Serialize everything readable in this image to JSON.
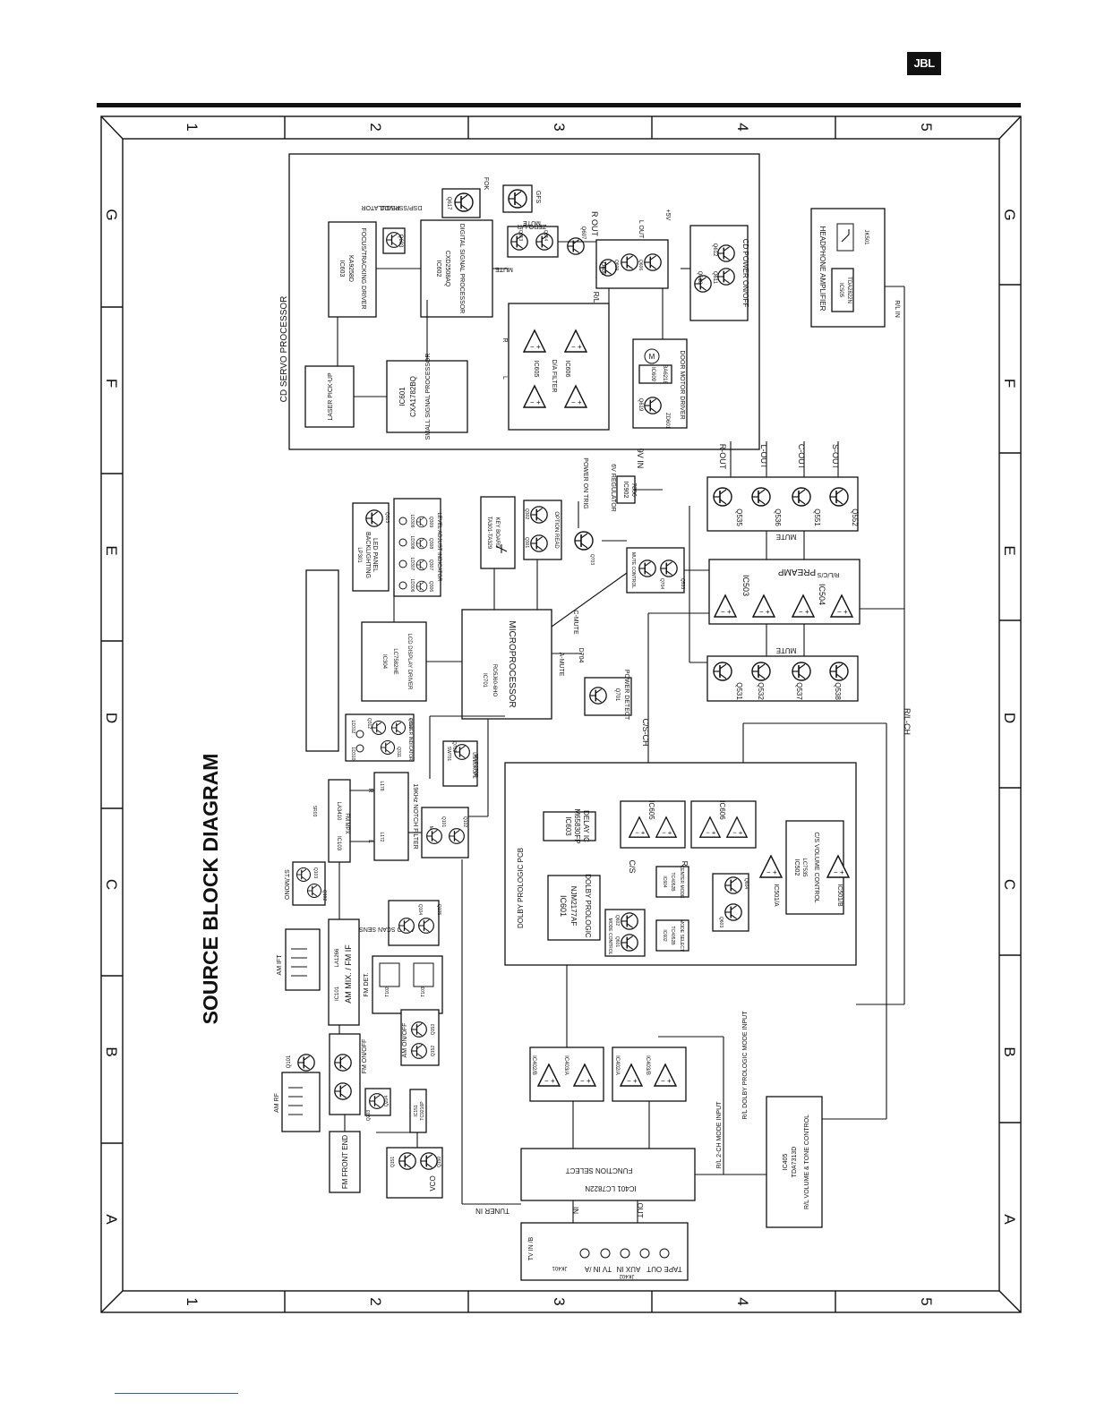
{
  "header": {
    "logo": "JBL"
  },
  "title": "SOURCE BLOCK DIAGRAM",
  "grid": {
    "columns": [
      "1",
      "2",
      "3",
      "4",
      "5"
    ],
    "rows": [
      "G",
      "F",
      "E",
      "D",
      "C",
      "B",
      "A"
    ]
  },
  "blocks": {
    "cd_servo": "CD SERVO PROCESSOR",
    "laser": "LASER PICK-UP",
    "ic601_cd": "IC601",
    "ic601_cd_part": "CXA1782BQ",
    "ic601_cd_func": "SMALL SIGNAL PROCESSOR",
    "ic603": "IC603",
    "ic603_part": "KA9258D",
    "ic603_func": "FOCUS/TRACKING DRIVER",
    "ic602": "IC602",
    "ic602_part": "CXD2508AQ",
    "ic602_func": "DIGITAL SIGNAL PROCESSOR",
    "q617": "Q617",
    "fok": "FOK",
    "gfs": "GFS",
    "q603": "Q603",
    "dsp_vcc": "DSP/SSP VCC",
    "regulator": "REGULATOR",
    "mute_zero_1": "MUTE",
    "mute_zero_2": "ZERO L/R",
    "q613": "Q613",
    "q614": "Q614",
    "r_out": "R OUT",
    "l_out": "L OUT",
    "plus5v": "+5V",
    "mute_sig": "MUTE",
    "rl": "R/L",
    "q607": "Q607",
    "q608": "Q608",
    "q609": "Q609",
    "q606": "Q606",
    "ic605": "IC605",
    "ic606": "IC606",
    "da_filter": "D/A FILTER",
    "r": "R",
    "l": "L",
    "q612": "Q612",
    "q610": "Q610",
    "q611": "Q611",
    "cd_power": "CD POWER ON/OFF",
    "m": "M",
    "ic609": "IC609",
    "ic609_part": "BA6218",
    "q619": "Q619",
    "zd601": "ZD601",
    "door_motor": "DOOR MOTOR DRIVER",
    "hp_amp": "HEADPHONE AMPLIFIER",
    "ic505": "IC505",
    "ic505_part": "TDA2822N",
    "jk501": "JK501",
    "rl_in": "R/L IN",
    "lp301": "LP301",
    "backlighting_1": "BACKLIGHTING",
    "backlighting_2": "LED PANEL",
    "q313": "Q313",
    "ld306": "LD306",
    "ld307": "LD307",
    "ld308": "LD308",
    "ld309": "LD309",
    "q306": "Q306",
    "q307": "Q307",
    "q308": "Q308",
    "q309": "Q309",
    "level_adjust": "LEVEL ADJUST INDICATOR",
    "ta301": "TA301-TA329",
    "keyboard": "KEY BOARD",
    "q301": "Q301",
    "q302": "Q302",
    "option_read": "OPTION READ",
    "power_on_trig": "POWER ON TRIG",
    "q703": "Q703",
    "sixv_reg": "6V REGULATOR",
    "ic902": "IC902",
    "ic902_part": "7806",
    "ninev_in": "9V IN",
    "ic304": "IC304",
    "ic304_part": "LC7582HE",
    "lcd_driver": "LCD DISPLAY DRIVER",
    "ic701": "IC701",
    "ic701_part": "RO5J60-6HO",
    "microprocessor": "MICROPROCESSOR",
    "c_mute": "C-MUTE",
    "a_mute": "A-MUTE",
    "d704": "D704",
    "mute_control": "MUTE CONTROL",
    "q704": "Q704",
    "q533": "Q533",
    "q701": "Q701",
    "power_detect": "POWER DETECT",
    "r_out2": "R-OUT",
    "l_out2": "L-OUT",
    "c_out": "C-OUT",
    "s_out": "S-OUT",
    "q535": "Q535",
    "q536": "Q536",
    "q551": "Q551",
    "q552": "Q552",
    "mute_a": "MUTE",
    "ic503": "IC503",
    "ic504": "IC504",
    "preamp": "PREAMP",
    "rlcs": "R/L/C/S",
    "mute_b": "MUTE",
    "q531": "Q531",
    "q532": "Q532",
    "q537": "Q537",
    "q538": "Q538",
    "ld310": "LD310",
    "ld312": "LD312",
    "q312": "Q312",
    "q310": "Q310",
    "q311": "Q311",
    "power_indicator": "POWER INDICATOR",
    "sw701": "SW701",
    "q702": "Q702",
    "us_europe": "US/EUROPE",
    "selector": "SELECTOR",
    "cs_ch": "C/S-CH",
    "rl_ch": "R/L-CH",
    "dolby_pcb": "DOLBY PROLOGIC PCB",
    "ic603d": "IC603",
    "ic603d_part": "M65830FP",
    "delay_ic": "DELAY IC",
    "ic605d": "IC605",
    "ic606d": "IC606",
    "cs": "C/S",
    "rl_d": "R/L",
    "ic601d": "IC601",
    "ic601d_part": "NJM2177AF",
    "dolby_prologic": "DOLBY PROLOGIC",
    "ic604": "IC604",
    "ic604_part": "TC4052B",
    "center_mode": "CENTER MODE",
    "q604": "Q604",
    "q603d": "Q603",
    "ic602d": "IC602",
    "ic602d_part": "TC4052B",
    "mode_select": "MODE SELECT",
    "q601": "Q601",
    "q602": "Q602",
    "mode_control": "MODE CONTROL",
    "ic501a": "IC501/A",
    "ic501b": "IC501/B",
    "ic502": "IC502",
    "ic502_part": "LC7535",
    "cs_volume": "C/S VOLUME CONTROL",
    "ic103": "IC103",
    "ic103_part": "LA3410",
    "fm_mpx": "FM MPX",
    "sr03": "SR03",
    "st_mono": "ST./MONO",
    "q103": "Q103",
    "q102": "Q102",
    "notch": "19KHz NOTCH FILTER",
    "l178": "L178",
    "l172": "L172",
    "r_sig": "R",
    "l_sig": "L",
    "mute_t": "MUTE",
    "q101t": "Q101",
    "q102t": "Q102",
    "auto_scan": "AUTO SCAN SENS.",
    "q104": "Q104",
    "q105": "Q105",
    "ic101": "IC101",
    "ic101_part": "LA1266",
    "am_mix": "AM MIX. / FM IF",
    "am_ift": "AM IFT",
    "t102": "T102",
    "t103": "T103",
    "fm_det": "FM DET.",
    "am_rf": "AM RF",
    "q101": "Q101",
    "fm_onoff": "FM ON/OFF",
    "am_onoff": "AM ON/OFF",
    "q153": "Q153",
    "q152": "Q152",
    "q204": "Q204",
    "q203": "Q203",
    "ic151": "IC151",
    "ic151_part": "TC9216P",
    "fm_front_end": "FM FRONT END",
    "q151": "Q151",
    "q150": "Q150",
    "vco": "VCO",
    "ic402b": "IC402/B",
    "ic403a": "IC403/A",
    "ic402a": "IC402/A",
    "ic403b": "IC403/B",
    "dolby_mode_input": "R/L DOLBY PROLOGIC MODE INPUT",
    "twoch_mode_input": "R/L 2-CH MODE INPUT",
    "function_select": "FUNCTION SELECT",
    "ic401": "IC401 LC7822N",
    "tuner_in": "TUNER IN",
    "in": "IN",
    "out": "OUT",
    "ic405": "IC405",
    "ic405_part": "TDA7313D",
    "volume_tone": "R/L VOLUME & TONE CONTROL",
    "tape_out": "TAPE OUT",
    "aux_in": "AUX IN",
    "tv_in_a": "TV IN /A",
    "jk402": "JK402",
    "tv_in_b": "TV IN /B",
    "jk401": "JK401"
  }
}
